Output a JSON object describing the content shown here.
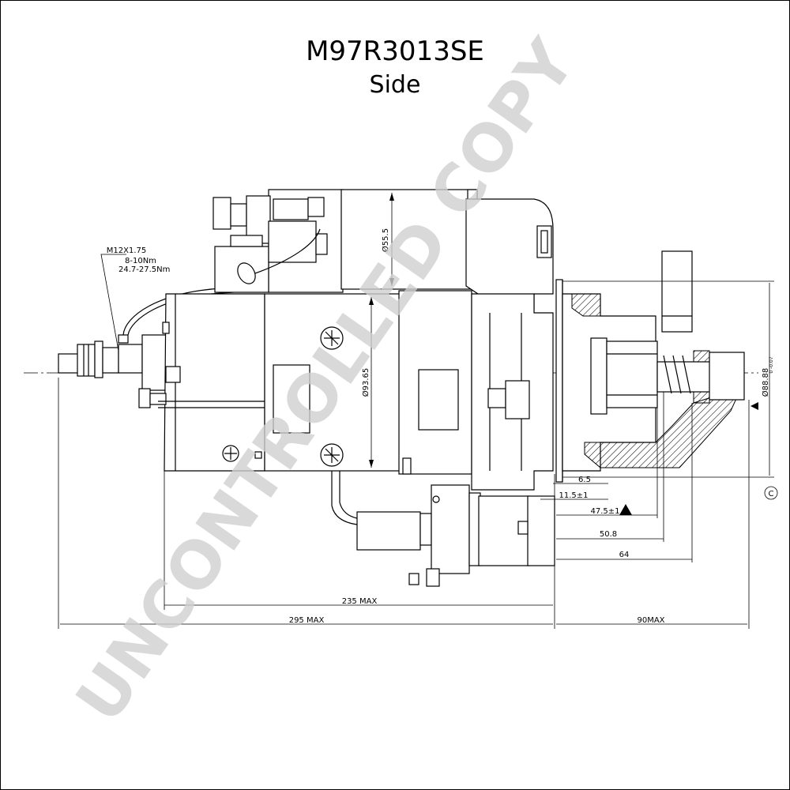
{
  "drawing": {
    "part_number": "M97R3013SE",
    "view": "Side"
  },
  "watermark": {
    "text": "UNCONTROLLED COPY",
    "color": "#cfcfcf"
  },
  "terminal_note": {
    "thread": "M12X1.75",
    "torque_1": "8-10Nm",
    "torque_2": "24.7-27.5Nm"
  },
  "dimensions": {
    "solenoid_dia": "Ø55.5",
    "motor_dia": "Ø93.65",
    "pinion_dia": "Ø88.88",
    "pinion_tol": "0 -0.07",
    "d_6_5": "6.5",
    "d_11_5": "11.5±1",
    "d_47_5": "47.5±1",
    "d_50_8": "50.8",
    "d_64": "64",
    "d_235": "235 MAX",
    "d_295": "295 MAX",
    "d_90": "90MAX",
    "datum": "C"
  }
}
